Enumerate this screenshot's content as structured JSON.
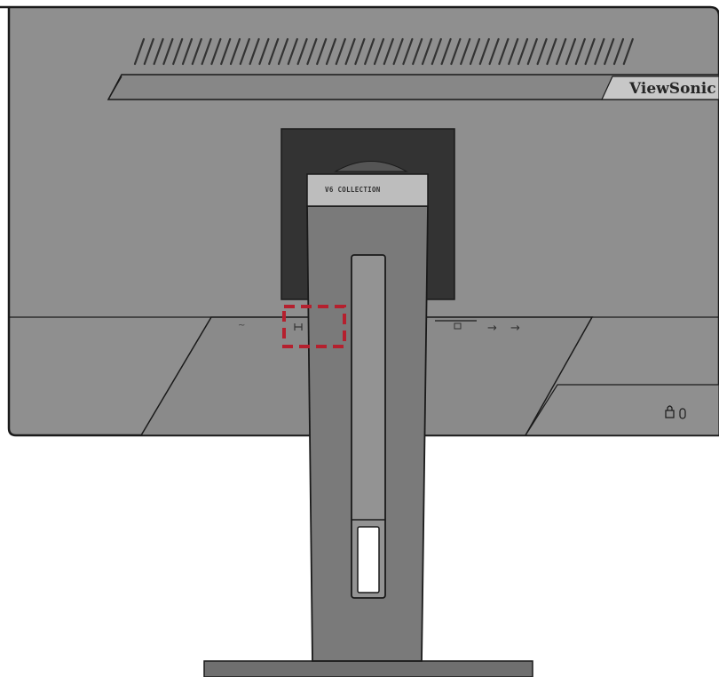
{
  "brand": {
    "logo_text": "ViewSonic",
    "collection_label": "V6 COLLECTION"
  },
  "ports": {
    "power_icon": "ac-power-symbol",
    "headphone_icon": "headphone-jack-symbol",
    "displayport_icon": "displayport-symbol",
    "usb_icons": [
      "usb-arrow-symbol",
      "usb-arrow-symbol"
    ],
    "security_icons": [
      "lock-icon",
      "kensington-slot-icon"
    ]
  },
  "highlight": {
    "target": "headphone-port",
    "style": "dashed-box",
    "color": "#b5202e"
  },
  "colors": {
    "body": "#8f8f8f",
    "outline": "#1a1a1a",
    "stand": "#7a7a7a",
    "vent": "#333333",
    "highlight": "#b5202e"
  }
}
